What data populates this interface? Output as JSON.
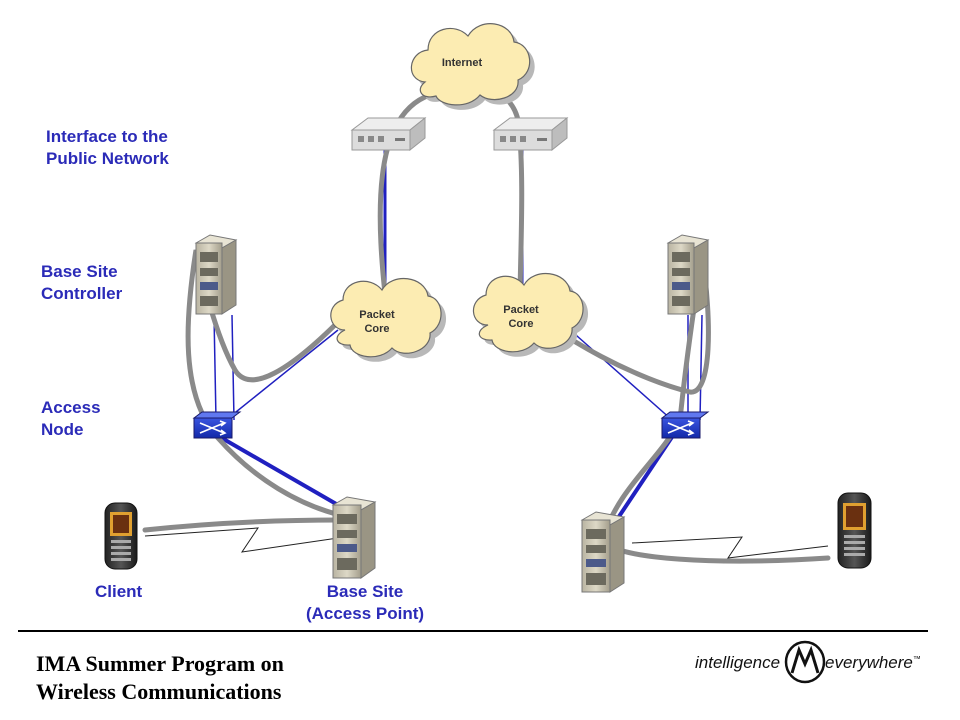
{
  "clouds": {
    "internet": "Internet",
    "packet_core_left": [
      "Packet",
      "Core"
    ],
    "packet_core_right": [
      "Packet",
      "Core"
    ]
  },
  "labels": {
    "interface": [
      "Interface to the",
      "Public Network"
    ],
    "bsc": [
      "Base Site",
      "Controller"
    ],
    "access_node": [
      "Access",
      "Node"
    ],
    "client": "Client",
    "base_site": [
      "Base Site",
      "(Access Point)"
    ]
  },
  "footer": {
    "title_line1": "IMA Summer Program on",
    "title_line2": "Wireless Communications",
    "brand_left": "intelligence",
    "brand_right": "everywhere",
    "brand_tm": "™"
  },
  "colors": {
    "label_blue": "#2b2bb8",
    "link_blue": "#2020c0",
    "path_gray": "#8a8a8a"
  }
}
